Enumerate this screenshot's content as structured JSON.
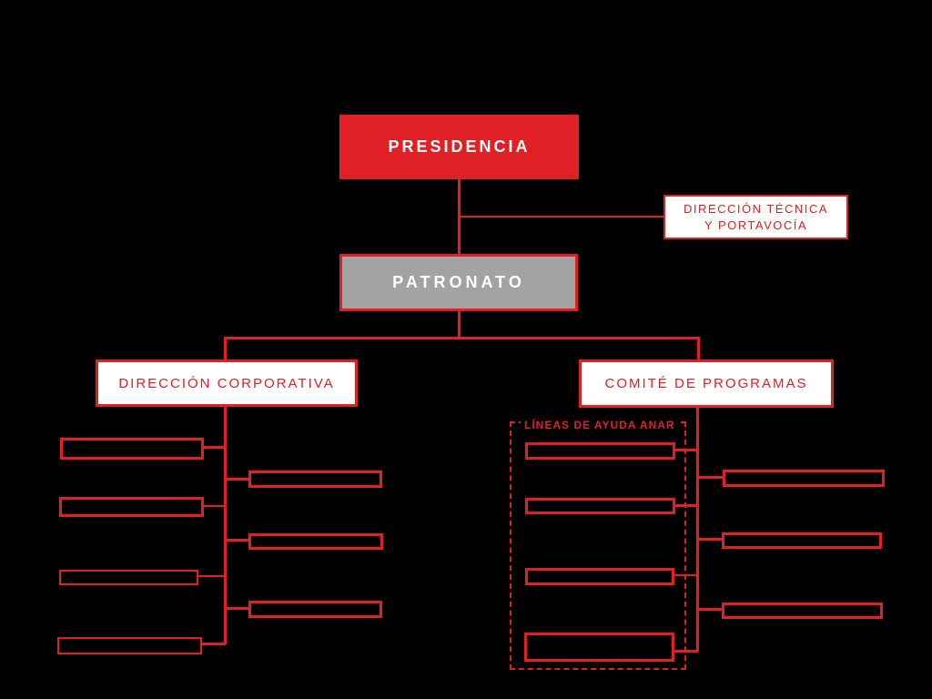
{
  "diagram_type": "org-chart",
  "colors": {
    "background": "#000000",
    "accent_red": "#df2126",
    "gray_fill": "#a3a3a3",
    "white_fill": "#ffffff"
  },
  "nodes": {
    "presidencia": {
      "label": "PRESIDENCIA"
    },
    "direccion_tecnica": {
      "label_line1": "DIRECCIÓN TÉCNICA",
      "label_line2": "Y PORTAVOCÍA"
    },
    "patronato": {
      "label": "PATRONATO"
    },
    "direccion_corporativa": {
      "label": "DIRECCIÓN CORPORATIVA"
    },
    "comite_programas": {
      "label": "COMITÉ DE PROGRAMAS"
    },
    "lineas_ayuda_anar": {
      "label": "LÍNEAS DE AYUDA ANAR"
    }
  },
  "unlabeled_boxes": {
    "direccion_corporativa_left_column": 4,
    "direccion_corporativa_right_column": 3,
    "lineas_ayuda_anar_group": 4,
    "comite_programas_right_column": 3
  }
}
